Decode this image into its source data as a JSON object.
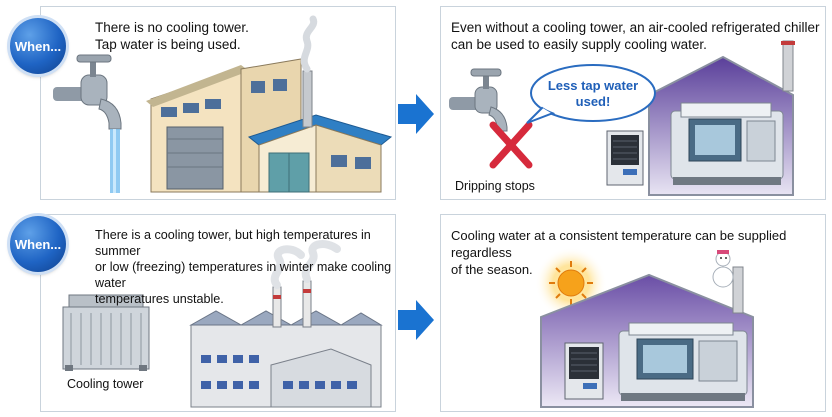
{
  "rows": [
    {
      "badge": "When...",
      "problem_text": [
        "There is no cooling tower.",
        "Tap water is being used."
      ],
      "solution_text": [
        "Even without a cooling tower, an air-cooled refrigerated chiller",
        "can be used to easily supply cooling water."
      ],
      "bubble": [
        "Less tap water",
        "used!"
      ],
      "caption": "Dripping stops"
    },
    {
      "badge": "When...",
      "problem_text": [
        "There is a cooling tower, but high temperatures in summer",
        "or low (freezing) temperatures in winter make cooling water",
        "temperatures unstable."
      ],
      "solution_text": [
        "Cooling water at a consistent temperature can be supplied regardless",
        "of the season."
      ],
      "caption": "Cooling tower"
    }
  ],
  "colors": {
    "badge": "#1f64c4",
    "arrow": "#1a73d1",
    "cross": "#d62a3c",
    "roof": "#2f7fc4",
    "sky_purple": "#6a4ea6"
  },
  "icons": [
    "faucet-icon",
    "water-stream-icon",
    "house-icon",
    "chimney-icon",
    "cross-icon",
    "chiller-unit-icon",
    "machine-tool-icon",
    "factory-icon",
    "cooling-tower-icon",
    "sun-icon",
    "snowman-icon",
    "right-arrow-icon"
  ]
}
